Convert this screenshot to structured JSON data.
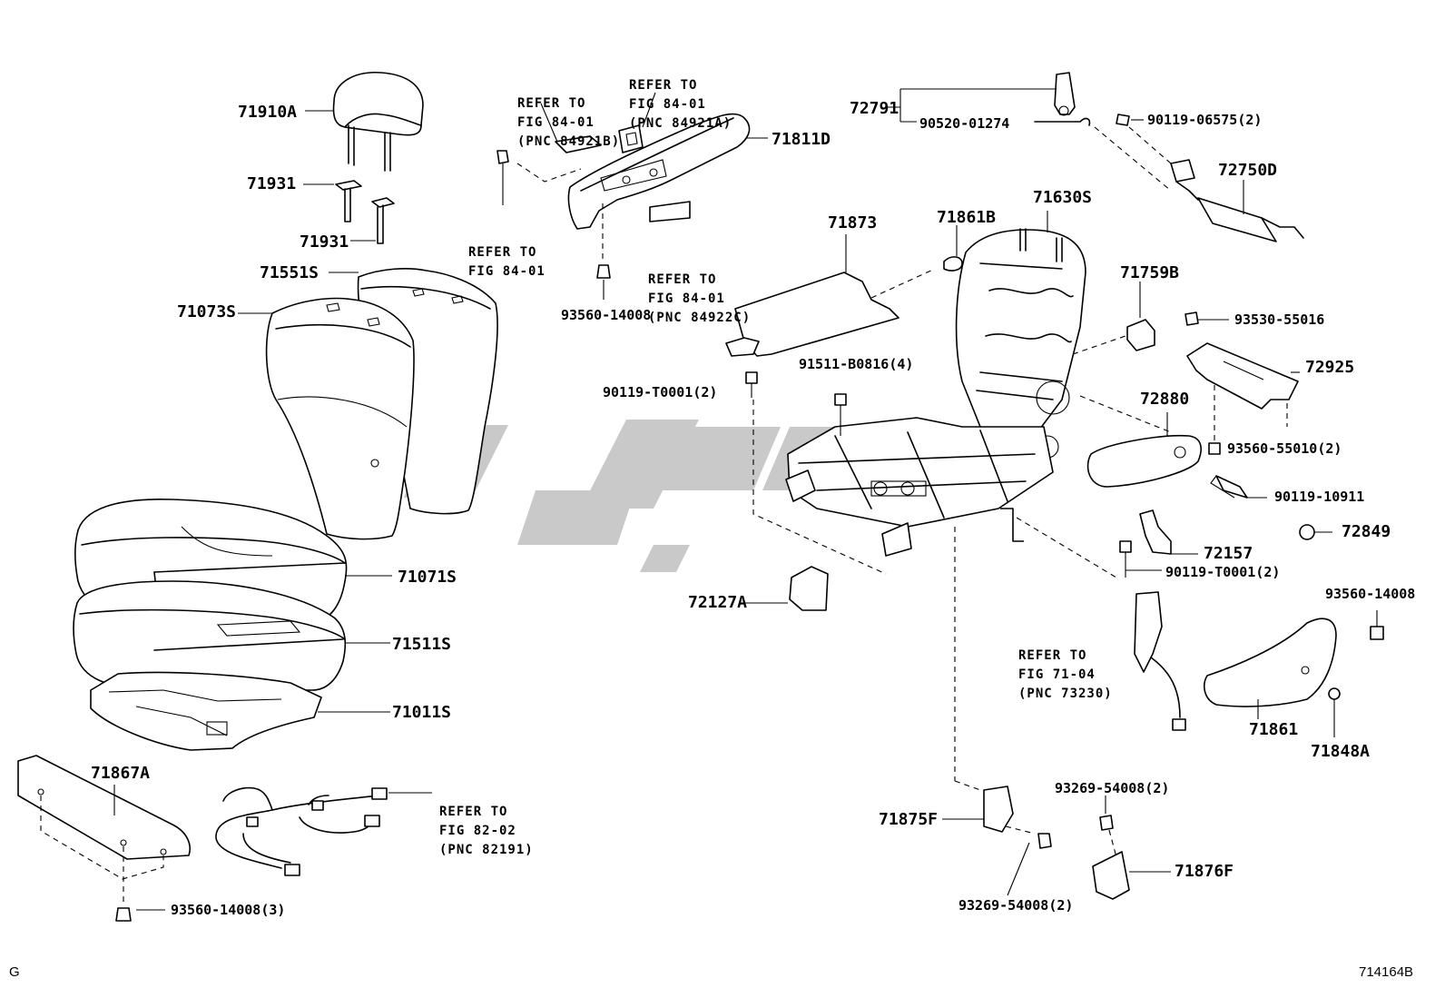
{
  "parts": [
    {
      "id": "p-71910A",
      "text": "71910A"
    },
    {
      "id": "p-71931a",
      "text": "71931"
    },
    {
      "id": "p-71931b",
      "text": "71931"
    },
    {
      "id": "p-71551S",
      "text": "71551S"
    },
    {
      "id": "p-71073S",
      "text": "71073S"
    },
    {
      "id": "p-71071S",
      "text": "71071S"
    },
    {
      "id": "p-71511S",
      "text": "71511S"
    },
    {
      "id": "p-71011S",
      "text": "71011S"
    },
    {
      "id": "p-71867A",
      "text": "71867A"
    },
    {
      "id": "p-93560-14008-3",
      "text": "93560-14008(3)"
    },
    {
      "id": "p-71811D",
      "text": "71811D"
    },
    {
      "id": "p-93560-14008a",
      "text": "93560-14008"
    },
    {
      "id": "p-72791",
      "text": "72791"
    },
    {
      "id": "p-90520-01274",
      "text": "90520-01274"
    },
    {
      "id": "p-90119-06575",
      "text": "90119-06575(2)"
    },
    {
      "id": "p-72750D",
      "text": "72750D"
    },
    {
      "id": "p-71873",
      "text": "71873"
    },
    {
      "id": "p-71861B",
      "text": "71861B"
    },
    {
      "id": "p-71630S",
      "text": "71630S"
    },
    {
      "id": "p-71759B",
      "text": "71759B"
    },
    {
      "id": "p-93530-55016",
      "text": "93530-55016"
    },
    {
      "id": "p-72925",
      "text": "72925"
    },
    {
      "id": "p-91511-B0816",
      "text": "91511-B0816(4)"
    },
    {
      "id": "p-90119-T0001a",
      "text": "90119-T0001(2)"
    },
    {
      "id": "p-72880",
      "text": "72880"
    },
    {
      "id": "p-93560-55010",
      "text": "93560-55010(2)"
    },
    {
      "id": "p-90119-10911",
      "text": "90119-10911"
    },
    {
      "id": "p-72849",
      "text": "72849"
    },
    {
      "id": "p-72157",
      "text": "72157"
    },
    {
      "id": "p-90119-T0001b",
      "text": "90119-T0001(2)"
    },
    {
      "id": "p-72127A",
      "text": "72127A"
    },
    {
      "id": "p-93560-14008b",
      "text": "93560-14008"
    },
    {
      "id": "p-71861",
      "text": "71861"
    },
    {
      "id": "p-71848A",
      "text": "71848A"
    },
    {
      "id": "p-71875F",
      "text": "71875F"
    },
    {
      "id": "p-93269-54008a",
      "text": "93269-54008(2)"
    },
    {
      "id": "p-93269-54008b",
      "text": "93269-54008(2)"
    },
    {
      "id": "p-71876F",
      "text": "71876F"
    }
  ],
  "refs": [
    {
      "id": "ref-84921B",
      "lines": [
        "REFER TO",
        "FIG 84-01",
        "(PNC 84921B)"
      ]
    },
    {
      "id": "ref-84921A",
      "lines": [
        "REFER TO",
        "FIG 84-01",
        "(PNC 84921A)"
      ]
    },
    {
      "id": "ref-84-01",
      "lines": [
        "REFER TO",
        "FIG 84-01"
      ]
    },
    {
      "id": "ref-84922C",
      "lines": [
        "REFER TO",
        "FIG 84-01",
        "(PNC 84922C)"
      ]
    },
    {
      "id": "ref-82191",
      "lines": [
        "REFER TO",
        "FIG 82-02",
        "(PNC 82191)"
      ]
    },
    {
      "id": "ref-73230",
      "lines": [
        "REFER TO",
        "FIG 71-04",
        "(PNC 73230)"
      ]
    }
  ],
  "corner_left": "G",
  "corner_right": "714164B"
}
